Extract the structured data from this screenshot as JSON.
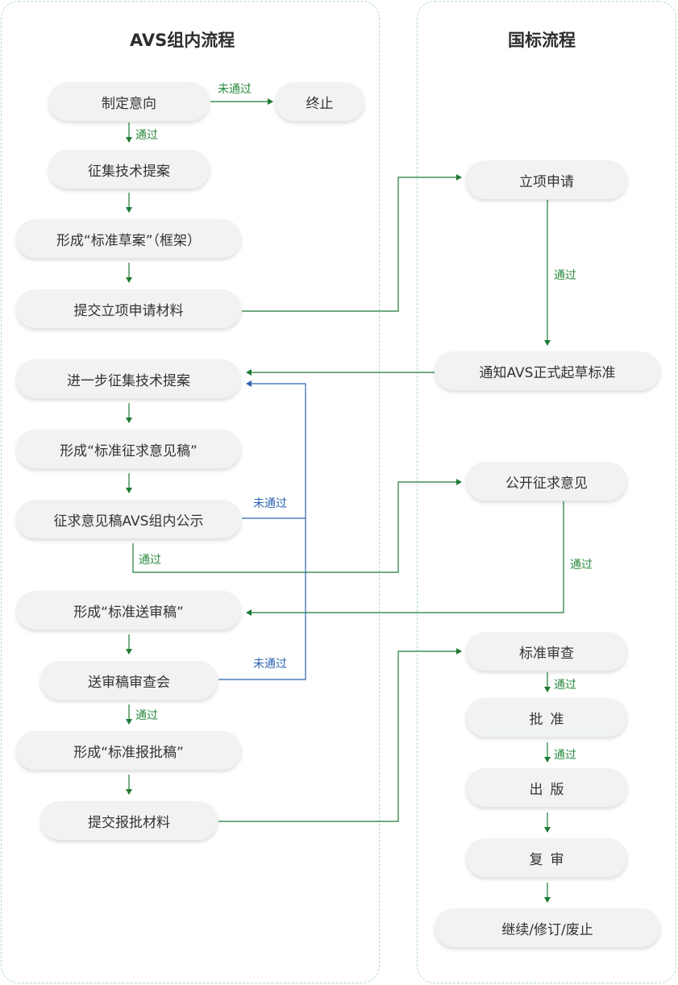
{
  "lanes": {
    "avs": {
      "title": "AVS组内流程"
    },
    "gb": {
      "title": "国标流程"
    }
  },
  "nodes": {
    "a1": "制定意向",
    "a_end": "终止",
    "a2": "征集技术提案",
    "a3": "形成“标准草案”（框架）",
    "a4": "提交立项申请材料",
    "a5": "进一步征集技术提案",
    "a6": "形成“标准征求意见稿”",
    "a7": "征求意见稿AVS组内公示",
    "a8": "形成“标准送审稿”",
    "a9": "送审稿审查会",
    "a10": "形成“标准报批稿”",
    "a11": "提交报批材料",
    "g1": "立项申请",
    "g2": "通知AVS正式起草标准",
    "g3": "公开征求意见",
    "g4": "标准审查",
    "g5": "批准",
    "g6": "出版",
    "g7": "复审",
    "g8": "继续/修订/废止"
  },
  "edge_labels": {
    "fail": "未通过",
    "pass": "通过"
  },
  "colors": {
    "pass_line": "#1e7a34",
    "fail_line": "#2a63b0",
    "lane_border": "#b9dcc4",
    "node_fill": "#f0f3f1"
  }
}
